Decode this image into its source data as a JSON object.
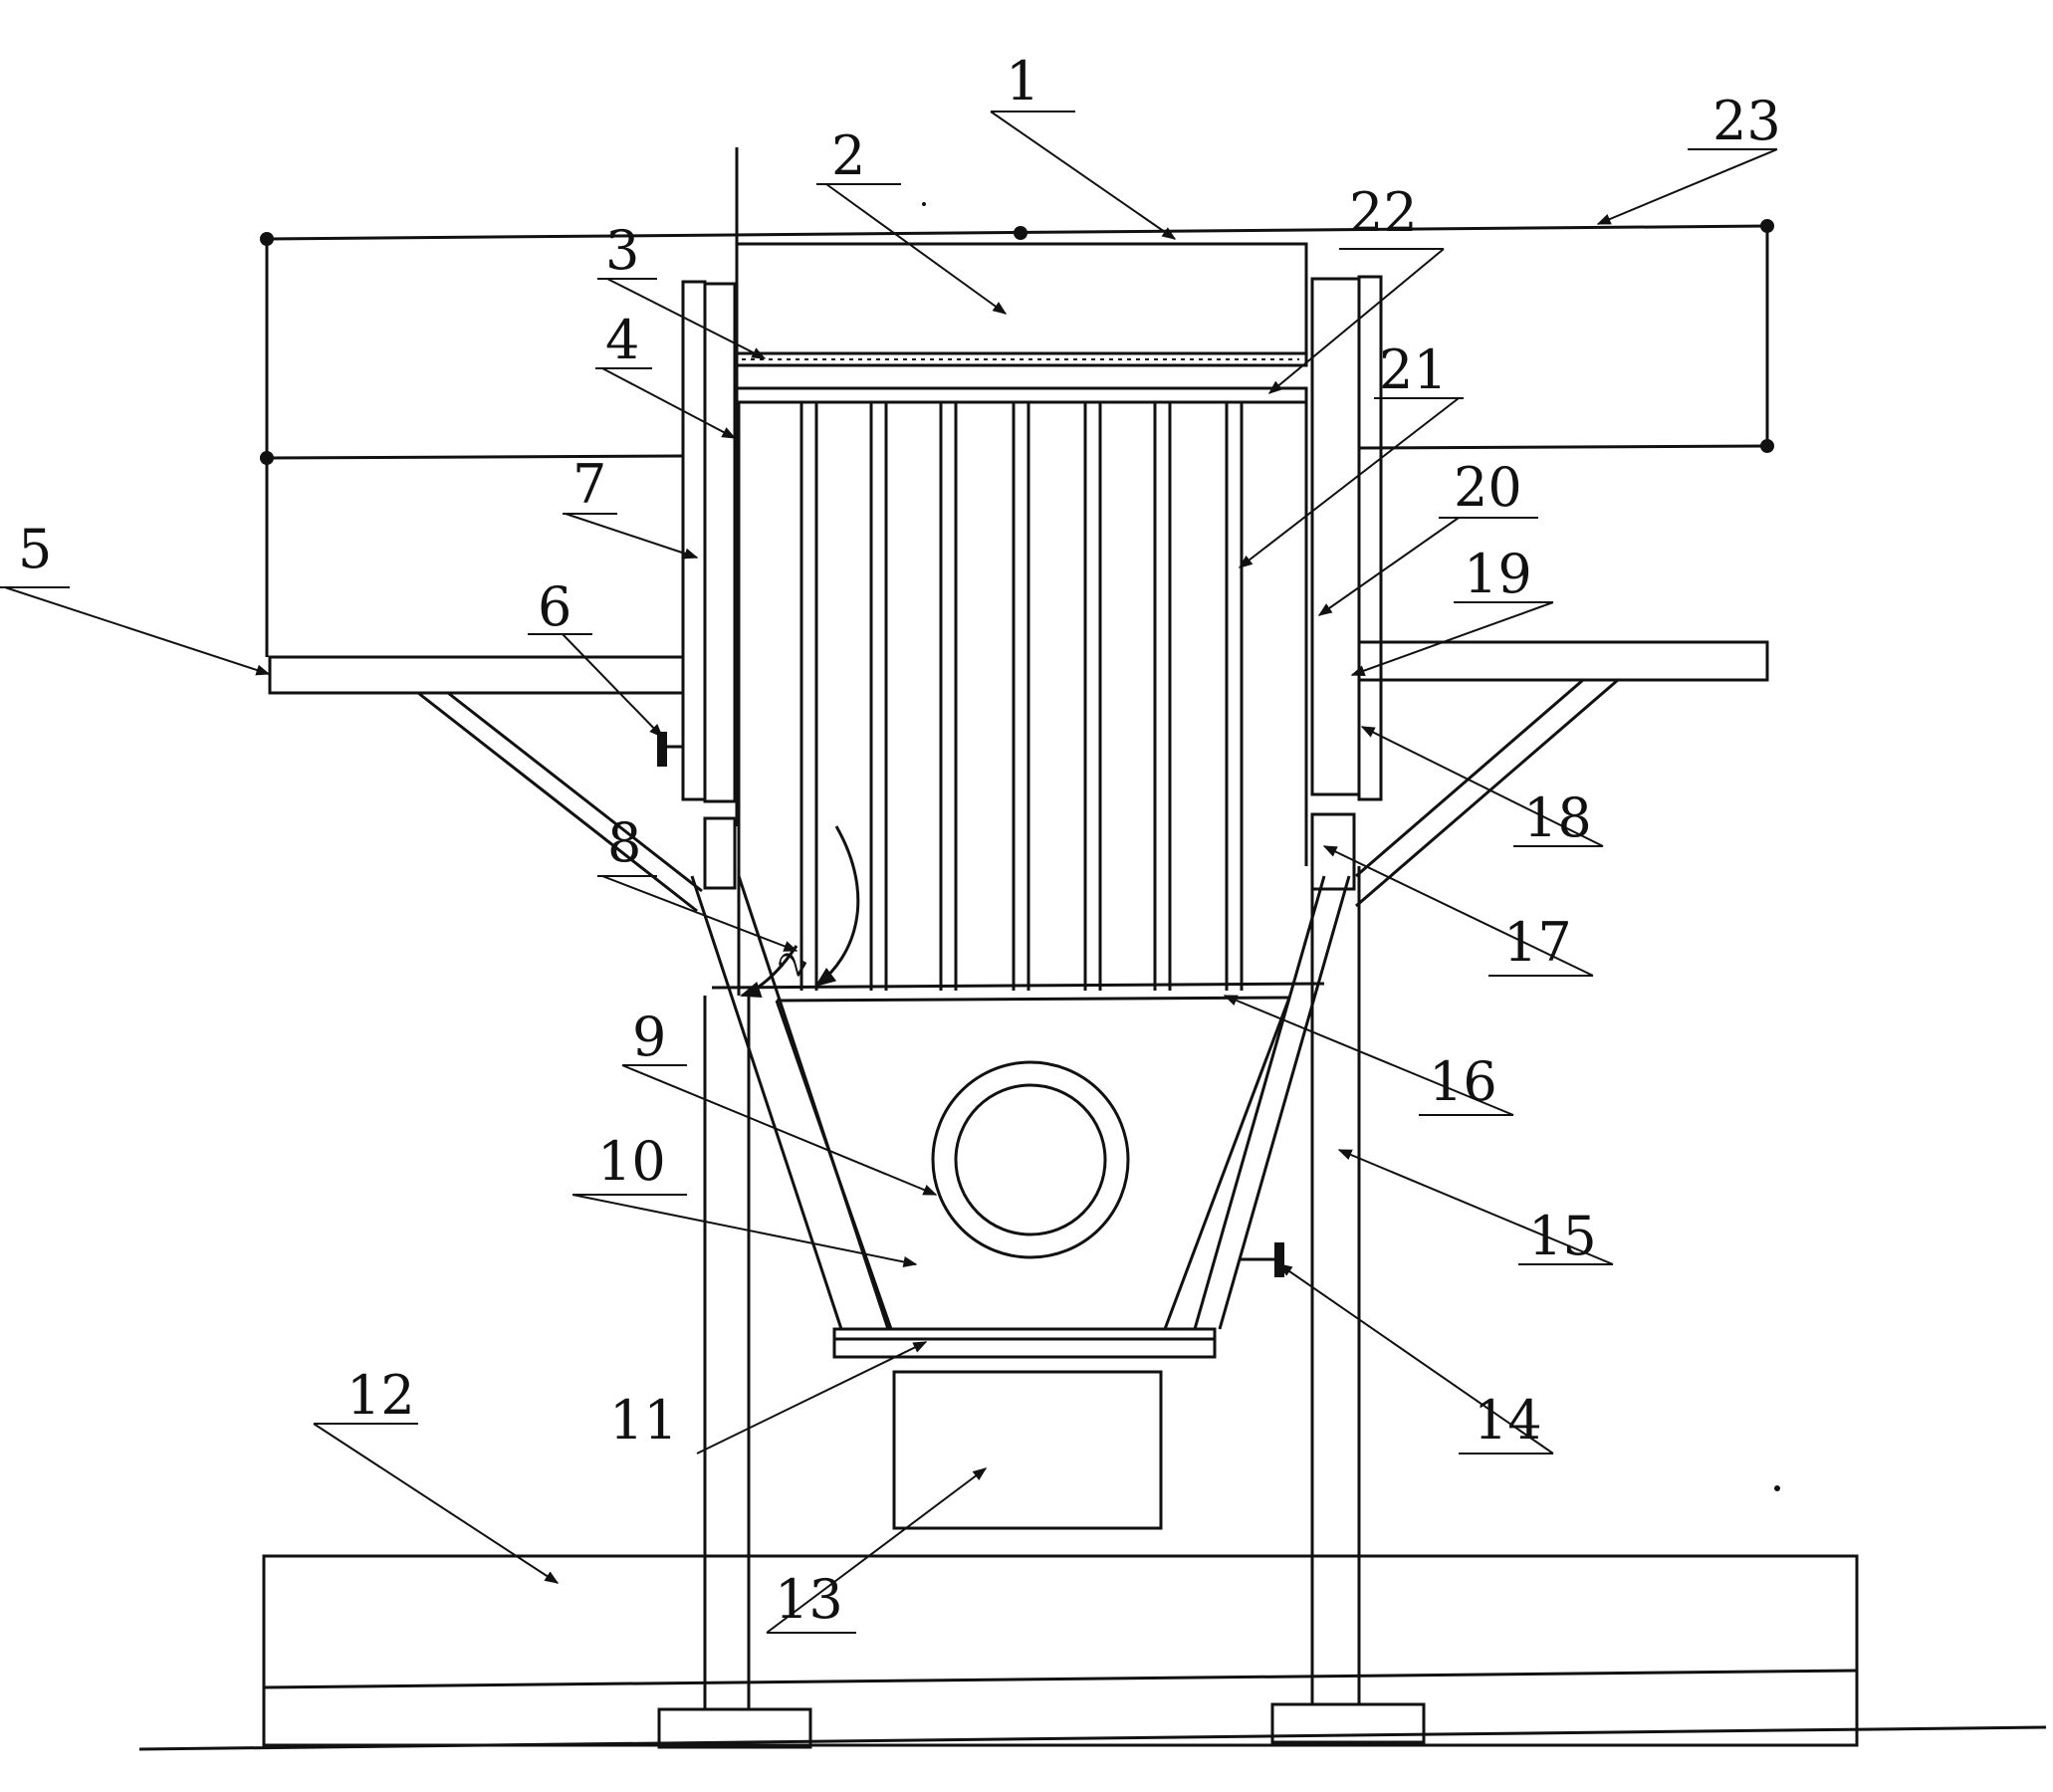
{
  "labels": [
    {
      "id": "1",
      "text": "1"
    },
    {
      "id": "2",
      "text": "2"
    },
    {
      "id": "3",
      "text": "3"
    },
    {
      "id": "4",
      "text": "4"
    },
    {
      "id": "5",
      "text": "5"
    },
    {
      "id": "6",
      "text": "6"
    },
    {
      "id": "7",
      "text": "7"
    },
    {
      "id": "8",
      "text": "8"
    },
    {
      "id": "9",
      "text": "9"
    },
    {
      "id": "10",
      "text": "10"
    },
    {
      "id": "11",
      "text": "11"
    },
    {
      "id": "12",
      "text": "12"
    },
    {
      "id": "13",
      "text": "13"
    },
    {
      "id": "14",
      "text": "14"
    },
    {
      "id": "15",
      "text": "15"
    },
    {
      "id": "16",
      "text": "16"
    },
    {
      "id": "17",
      "text": "17"
    },
    {
      "id": "18",
      "text": "18"
    },
    {
      "id": "19",
      "text": "19"
    },
    {
      "id": "20",
      "text": "20"
    },
    {
      "id": "21",
      "text": "21"
    },
    {
      "id": "22",
      "text": "22"
    },
    {
      "id": "23",
      "text": "23"
    }
  ],
  "colors": {
    "ink": "#111111",
    "background": "#ffffff"
  }
}
